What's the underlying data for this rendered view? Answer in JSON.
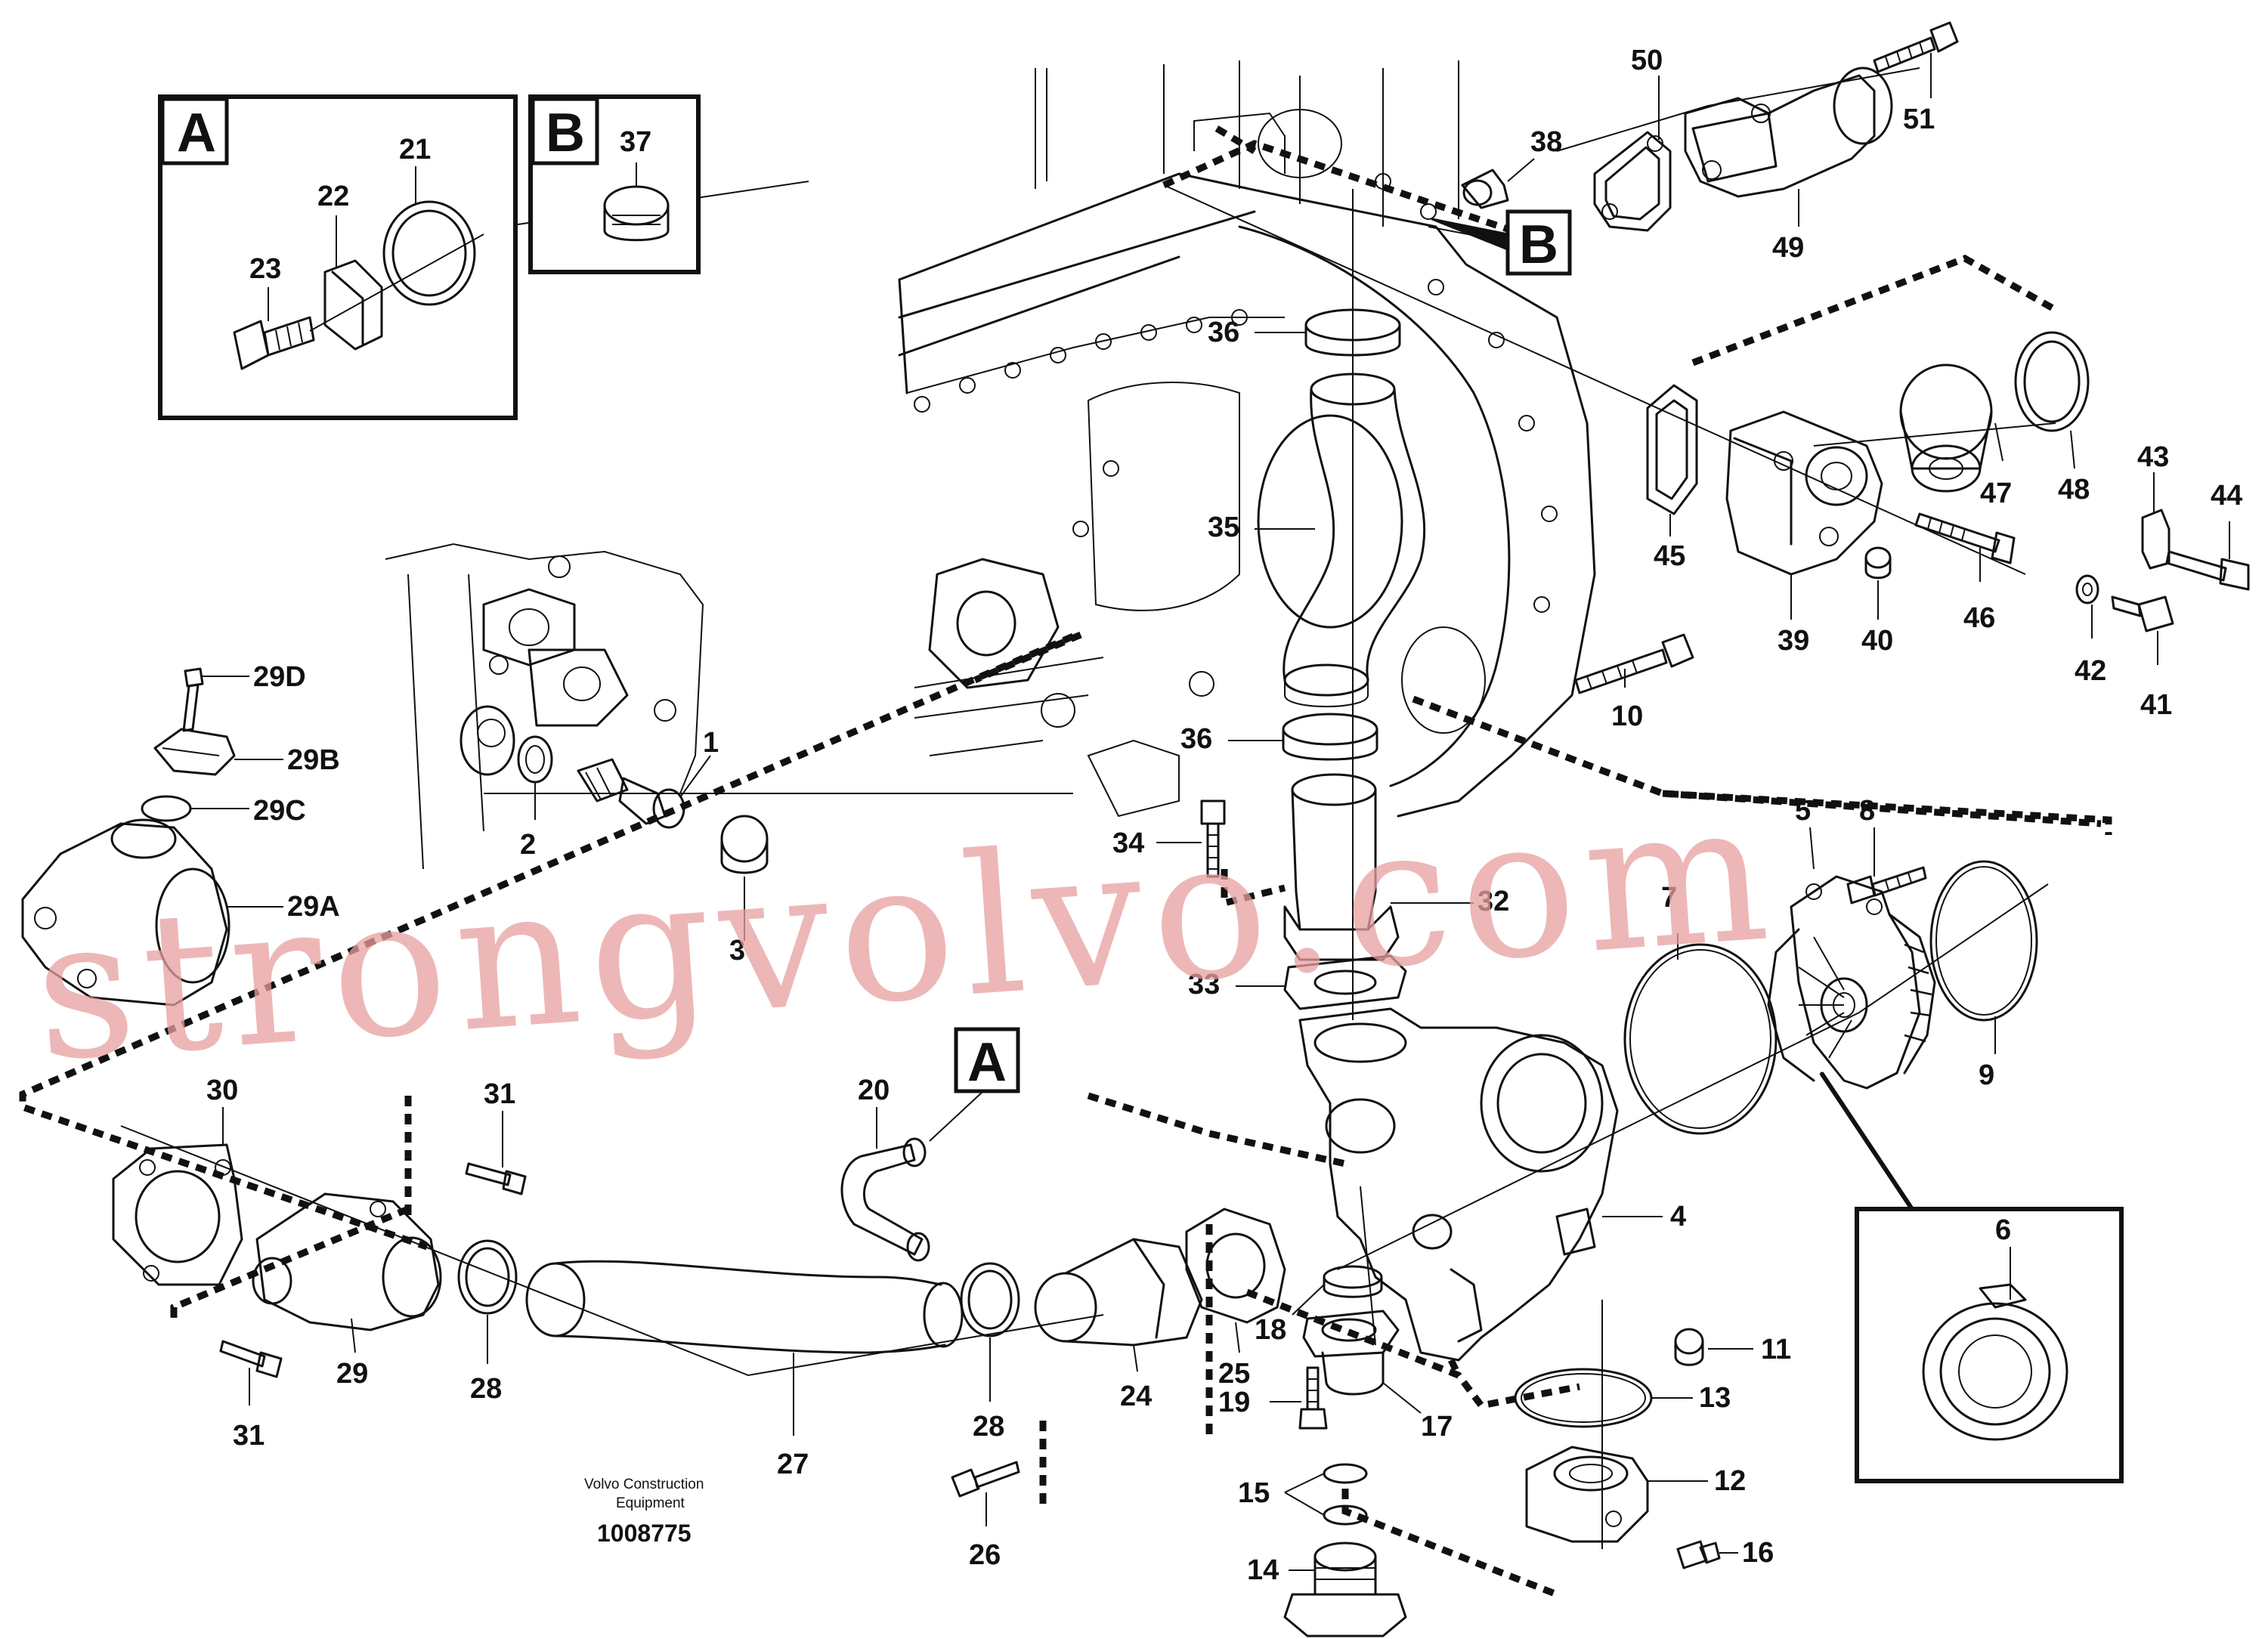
{
  "callouts": {
    "c1": "1",
    "c2": "2",
    "c3": "3",
    "c4": "4",
    "c5": "5",
    "c6": "6",
    "c7": "7",
    "c8": "8",
    "c9": "9",
    "c10": "10",
    "c11": "11",
    "c12": "12",
    "c13": "13",
    "c14": "14",
    "c15": "15",
    "c16": "16",
    "c17": "17",
    "c18": "18",
    "c19": "19",
    "c20": "20",
    "c21": "21",
    "c22": "22",
    "c23": "23",
    "c24": "24",
    "c25": "25",
    "c26": "26",
    "c27": "27",
    "c28a": "28",
    "c28b": "28",
    "c29": "29",
    "c29a": "29A",
    "c29b": "29B",
    "c29c": "29C",
    "c29d": "29D",
    "c30": "30",
    "c31a": "31",
    "c31b": "31",
    "c32": "32",
    "c33": "33",
    "c34": "34",
    "c35": "35",
    "c36a": "36",
    "c36b": "36",
    "c37": "37",
    "c38": "38",
    "c39": "39",
    "c40": "40",
    "c41": "41",
    "c42": "42",
    "c43": "43",
    "c44": "44",
    "c45": "45",
    "c46": "46",
    "c47": "47",
    "c48": "48",
    "c49": "49",
    "c50": "50",
    "c51": "51"
  },
  "detail_views": {
    "a_box_label": "A",
    "b_box_label": "B",
    "a_tag_label": "A",
    "b_tag_label": "B"
  },
  "caption": {
    "line1": "Volvo Construction",
    "line2": "Equipment",
    "doc_number": "1008775"
  },
  "watermark": "strongvolvo.com",
  "colors": {
    "line": "#111111",
    "watermark": "#e8a0a0",
    "background": "#ffffff"
  }
}
